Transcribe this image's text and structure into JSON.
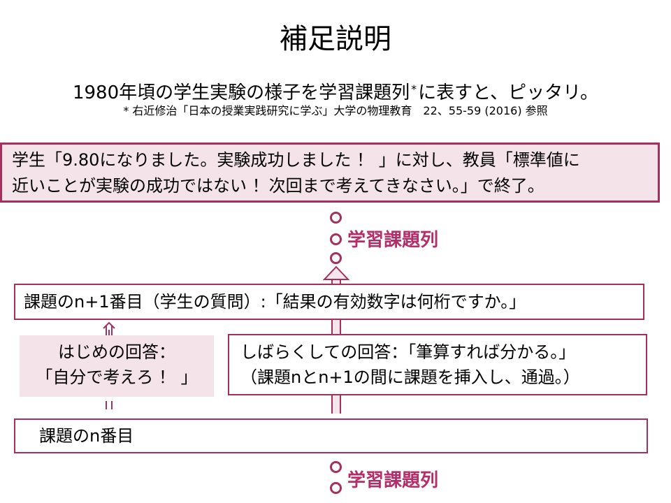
{
  "title": "補足説明",
  "subtitle": {
    "main": "1980年頃の学生実験の様子を学習課題列",
    "mark": "*",
    "rest": "に表すと、ピッタリ。"
  },
  "footnote": "* 右近修治「日本の授業実践研究に学ぶ」大学の物理教育　22、55-59 (2016) 参照",
  "top_box": {
    "line1": "学生「9.80になりました。実験成功しました ！ 」に対し、教員「標準値に",
    "line2": "近いことが実験の成功ではない ！次回まで考えてきなさい。」で終了。"
  },
  "sequence_label_top": "学習課題列",
  "sequence_label_bottom": "学習課題列",
  "mid_box": {
    "text": "課題のn+1番目（学生の質問）:「結果の有効数字は何桁ですか。」"
  },
  "left_box": {
    "line1": "はじめの回答：",
    "line2": "「自分で考えろ ！ 」"
  },
  "right_box": {
    "line1": "しばらくしての回答：「筆算すれば分かる。」",
    "line2": "（課題nとn+1の間に課題を挿入し、通過。）"
  },
  "bottom_box": {
    "text": "課題のn番目"
  },
  "colors": {
    "accent": "#a3305f",
    "label": "#b32e68",
    "fill": "#f5e3ea"
  }
}
